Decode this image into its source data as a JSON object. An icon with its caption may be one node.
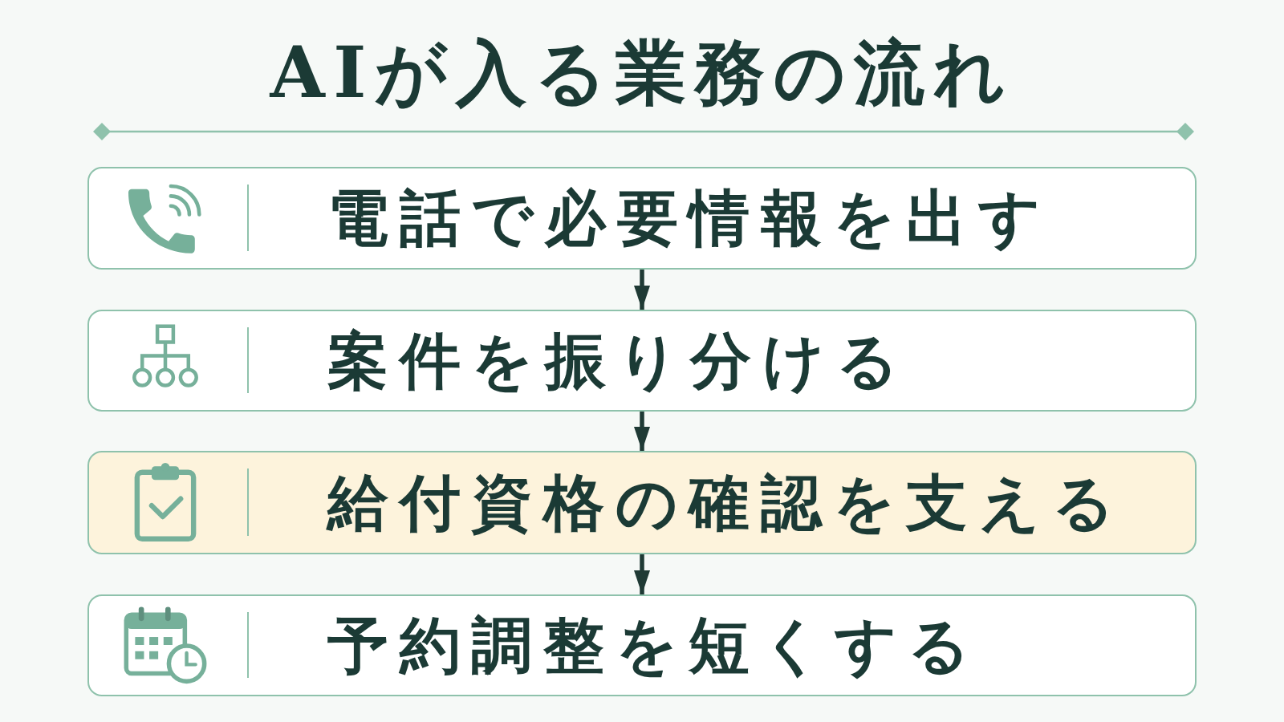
{
  "diagram": {
    "title": "AIが入る業務の流れ",
    "nodes": [
      {
        "text": [
          "電話で必要情報を出す"
        ]
      },
      {
        "text": [
          "案件を振り分ける"
        ]
      },
      {
        "text": [
          "給付資格の確認を支える"
        ]
      },
      {
        "text": [
          "予約調整を短くする"
        ]
      }
    ],
    "edges": [
      {
        "from": 0,
        "to": 1,
        "arrow": "to"
      },
      {
        "from": 1,
        "to": 2,
        "arrow": "to"
      },
      {
        "from": 2,
        "to": 3,
        "arrow": "to"
      }
    ]
  }
}
